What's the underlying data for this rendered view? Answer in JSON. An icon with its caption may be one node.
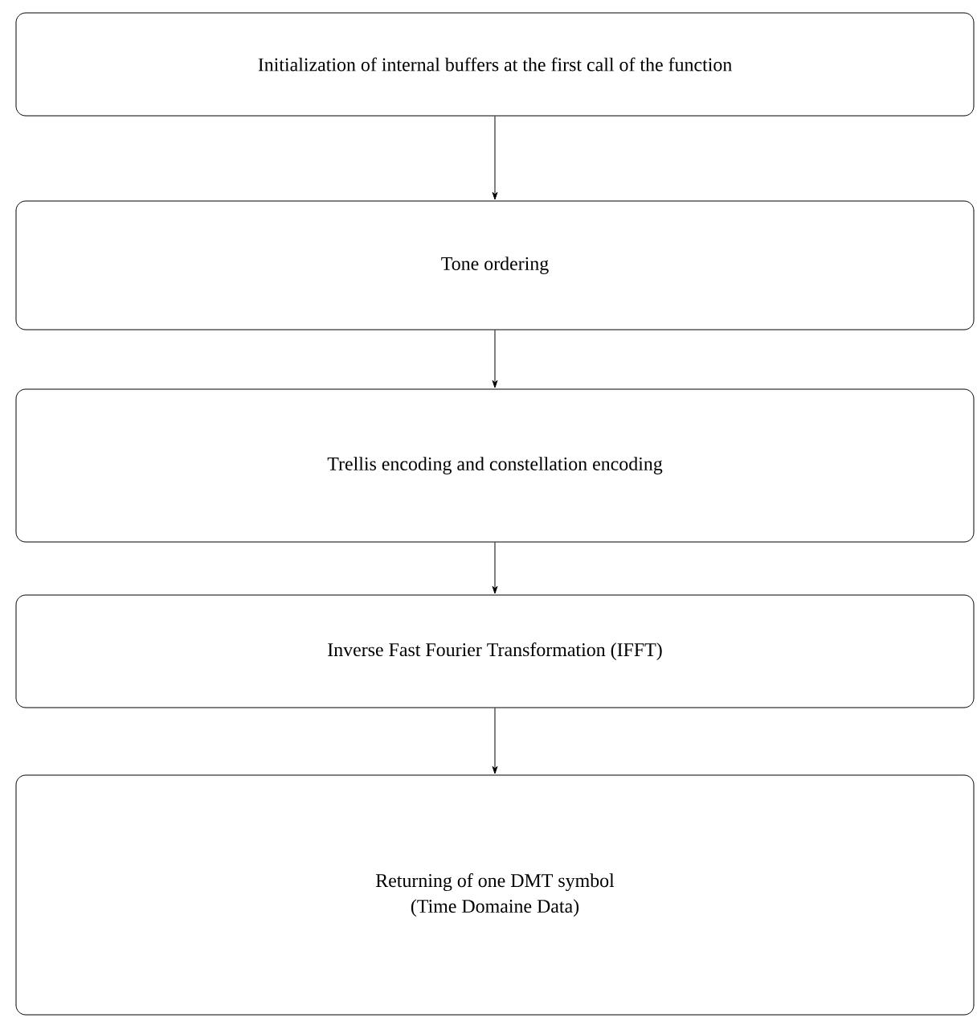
{
  "diagram": {
    "nodes": [
      {
        "text": [
          "Initialization of internal buffers at the first call of the function"
        ]
      },
      {
        "text": [
          "Tone ordering"
        ]
      },
      {
        "text": [
          "Trellis encoding and constellation encoding"
        ]
      },
      {
        "text": [
          "Inverse Fast Fourier Transformation (IFFT)"
        ]
      },
      {
        "text": [
          "Returning of one DMT symbol",
          "(Time Domaine Data)"
        ]
      }
    ],
    "edges": [
      {
        "from": 0,
        "to": 1,
        "arrow": "to"
      },
      {
        "from": 1,
        "to": 2,
        "arrow": "to"
      },
      {
        "from": 2,
        "to": 3,
        "arrow": "to"
      },
      {
        "from": 3,
        "to": 4,
        "arrow": "to"
      }
    ]
  }
}
